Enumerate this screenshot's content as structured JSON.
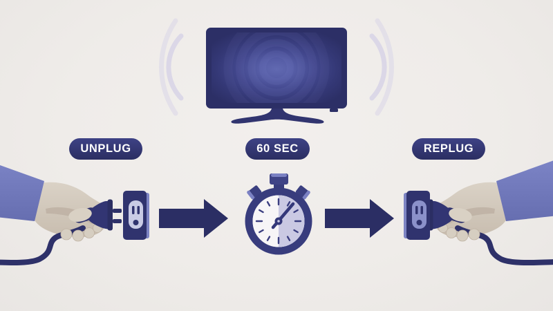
{
  "steps": [
    {
      "id": "unplug",
      "label": "UNPLUG"
    },
    {
      "id": "wait",
      "label": "60 SEC"
    },
    {
      "id": "replug",
      "label": "REPLUG"
    }
  ],
  "icons": [
    "tv-icon",
    "signal-waves-left-icon",
    "signal-waves-right-icon",
    "hand-holding-plug-left-icon",
    "hand-holding-plug-right-icon",
    "power-outlet-left-icon",
    "power-outlet-right-icon",
    "stopwatch-icon",
    "arrow-right-icon"
  ],
  "colors": {
    "navy": "#2c2f66",
    "navy_mid": "#32356f",
    "pill_top": "#3e4285",
    "pill_bottom": "#2b2e62",
    "periwinkle": "#7d84c3",
    "sleeve": "#7079bc",
    "lavender": "#c9cbe5",
    "watch_face": "#f7f5f7",
    "watch_half": "#cac9e3",
    "skin": "#d6cec1",
    "skin_shadow": "#b9ab9c",
    "wave": "#d9d6e7",
    "background": "#efece9",
    "white": "#ffffff"
  }
}
